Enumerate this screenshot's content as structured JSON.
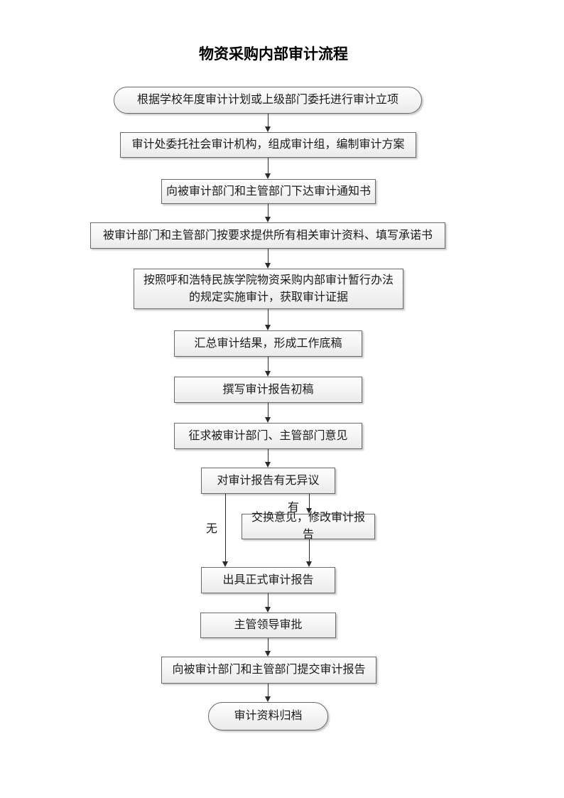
{
  "page": {
    "title": "物资采购内部审计流程"
  },
  "nodes": [
    {
      "shape": "stadium",
      "label": "根据学校年度审计计划或上级部门委托进行审计立项"
    },
    {
      "shape": "rect",
      "label": "审计处委托社会审计机构，组成审计组，编制审计方案"
    },
    {
      "shape": "rect",
      "label": "向被审计部门和主管部门下达审计通知书"
    },
    {
      "shape": "rect",
      "label": "被审计部门和主管部门按要求提供所有相关审计资料、填写承诺书"
    },
    {
      "shape": "rect",
      "label": "按照呼和浩特民族学院物资采购内部审计暂行办法的规定实施审计，获取审计证据"
    },
    {
      "shape": "rect",
      "label": "汇总审计结果，形成工作底稿"
    },
    {
      "shape": "rect",
      "label": "撰写审计报告初稿"
    },
    {
      "shape": "rect",
      "label": "征求被审计部门、主管部门意见"
    },
    {
      "shape": "rect",
      "label": "对审计报告有无异议"
    },
    {
      "shape": "rect",
      "label": "交换意见，修改审计报告"
    },
    {
      "shape": "rect",
      "label": "出具正式审计报告"
    },
    {
      "shape": "rect",
      "label": "主管领导审批"
    },
    {
      "shape": "rect",
      "label": "向被审计部门和主管部门提交审计报告"
    },
    {
      "shape": "stadium",
      "label": "审计资料归档"
    }
  ],
  "branch": {
    "no_label": "无",
    "yes_label": "有"
  },
  "colors": {
    "box_border": "#6a6a6a",
    "box_fill_top": "#fdfdfd",
    "box_fill_bottom": "#eaeaea",
    "connector": "#2b2b2b",
    "text": "#1a1a1a",
    "page_background": "#ffffff"
  }
}
